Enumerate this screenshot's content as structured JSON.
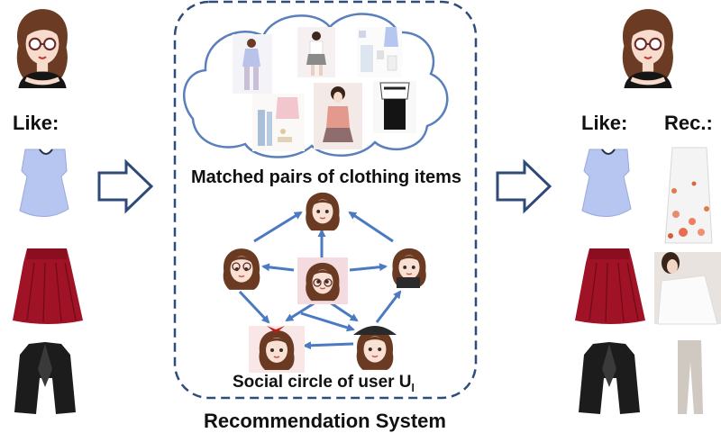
{
  "labels": {
    "like_left": "Like:",
    "like_right": "Like:",
    "rec": "Rec.:",
    "matched": "Matched pairs of clothing items",
    "social_main": "Social circle of user U",
    "social_sub": "l",
    "system": "Recommendation System"
  },
  "icons": {
    "user_avatar": "girl-with-sunglasses-icon",
    "blue_top": "sleeveless-peplum-top-icon",
    "red_skirt": "red-pleated-skirt-icon",
    "black_blazer": "black-blazer-icon",
    "rec_skirt": "white-floral-skirt-icon",
    "rec_sweater": "white-sweater-photo-icon",
    "rec_pants": "beige-trousers-icon",
    "arrow": "hollow-right-arrow-icon"
  },
  "colors": {
    "dashed_border": "#2f4d7c",
    "cloud_border": "#5a7fbb",
    "graph_arrow": "#4b79c2",
    "big_arrow": "#2f4a79",
    "blue_top": "#b7c6f0",
    "red_skirt": "#a01226",
    "black_blazer": "#1c1c1c"
  }
}
